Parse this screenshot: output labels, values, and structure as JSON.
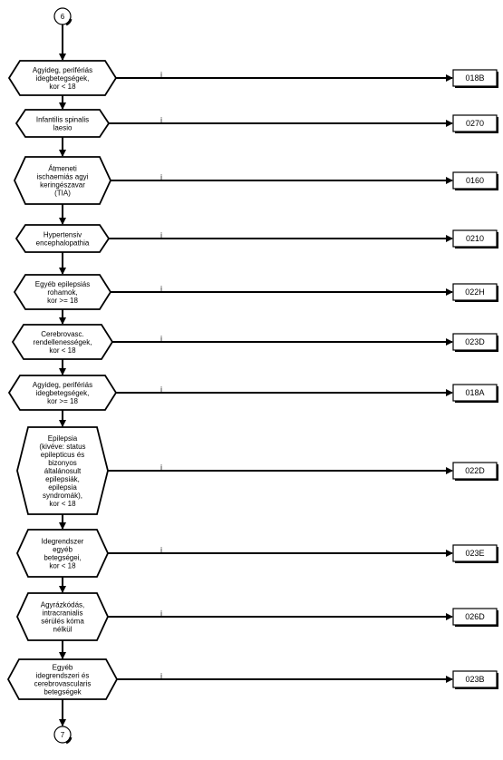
{
  "start_connector": "6",
  "end_connector": "7",
  "yes_label": "i",
  "decisions": [
    {
      "lines": [
        "Agyideg, perifériás",
        "idegbetegségek,",
        "kor < 18"
      ],
      "target": "018B"
    },
    {
      "lines": [
        "Infantilis spinalis",
        "laesio"
      ],
      "target": "0270"
    },
    {
      "lines": [
        "Átmeneti",
        "ischaemiás agyi",
        "keringészavar",
        "(TIA)"
      ],
      "target": "0160"
    },
    {
      "lines": [
        "Hypertensiv",
        "encephalopathia"
      ],
      "target": "0210"
    },
    {
      "lines": [
        "Egyéb epilepsiás",
        "rohamok,",
        "kor >= 18"
      ],
      "target": "022H"
    },
    {
      "lines": [
        "Cerebrovasc.",
        "rendellenességek,",
        "kor < 18"
      ],
      "target": "023D"
    },
    {
      "lines": [
        "Agyideg, perifériás",
        "idegbetegségek,",
        "kor >= 18"
      ],
      "target": "018A"
    },
    {
      "lines": [
        "Epilepsia",
        "(kivéve: status",
        "epilepticus és",
        "bizonyos",
        "általánosult",
        "epilepsiák,",
        "epilepsia",
        "syndromák),",
        "kor < 18"
      ],
      "target": "022D"
    },
    {
      "lines": [
        "Idegrendszer",
        "egyéb",
        "betegségei,",
        "kor < 18"
      ],
      "target": "023E"
    },
    {
      "lines": [
        "Agyrázkódás,",
        "intracranialis",
        "sérülés kóma",
        "nélkül"
      ],
      "target": "026D"
    },
    {
      "lines": [
        "Egyéb",
        "idegrendszeri és",
        "cerebrovascularis",
        "betegségek"
      ],
      "target": "023B"
    }
  ]
}
